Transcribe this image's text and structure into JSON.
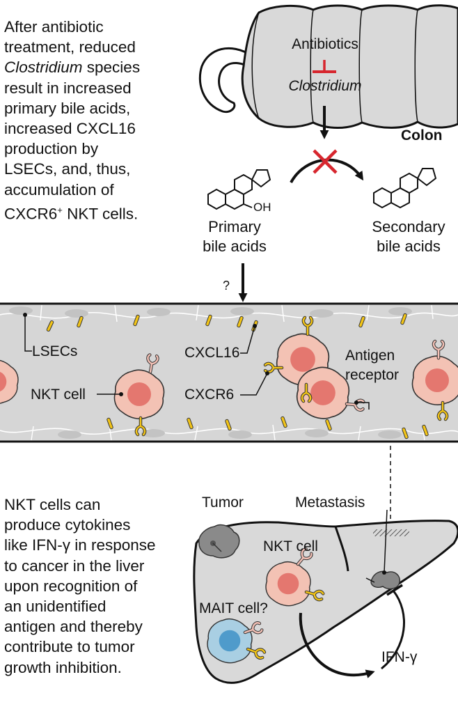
{
  "top_caption": {
    "line1": "After antibiotic",
    "line2_pre": "treatment, reduced",
    "line3_italic": "Clostridium",
    "line3_post": " species",
    "line4": "result in increased",
    "line5": "primary bile acids,",
    "line6": "increased CXCL16",
    "line7": "production by",
    "line8": "LSECs, and, thus,",
    "line9": "accumulation of",
    "line10_pre": "CXCR6",
    "line10_sup": "+",
    "line10_post": " NKT cells."
  },
  "colon": {
    "antibiotics": "Antibiotics",
    "clostridium": "Clostridium",
    "label": "Colon"
  },
  "bile_acids": {
    "oh": "OH",
    "primary_line1": "Primary",
    "primary_line2": "bile acids",
    "secondary_line1": "Secondary",
    "secondary_line2": "bile acids",
    "question": "?"
  },
  "vessel": {
    "lsecs": "LSECs",
    "cxcl16": "CXCL16",
    "nkt_cell": "NKT cell",
    "cxcr6": "CXCR6",
    "antigen_line1": "Antigen",
    "antigen_line2": "receptor"
  },
  "bottom_caption": {
    "line1": "NKT cells can",
    "line2": "produce cytokines",
    "line3": "like IFN-γ in response",
    "line4": "to cancer in the liver",
    "line5": "upon recognition of",
    "line6": "an unidentified",
    "line7": "antigen and thereby",
    "line8": "contribute to tumor",
    "line9": "growth inhibition."
  },
  "liver": {
    "tumor": "Tumor",
    "metastasis": "Metastasis",
    "nkt_cell": "NKT cell",
    "mait_cell": "MAIT cell?",
    "ifn": "IFN-γ"
  },
  "colors": {
    "inhibit_red": "#d7262e",
    "cell_pink": "#f2c1b3",
    "nucleus_red": "#e27670",
    "mait_blue": "#a9cfe3",
    "mait_nucleus": "#4f9bcb",
    "receptor_yellow": "#f2c417",
    "vessel_gray": "#d6d6d6",
    "organ_gray": "#d9d9d9"
  }
}
